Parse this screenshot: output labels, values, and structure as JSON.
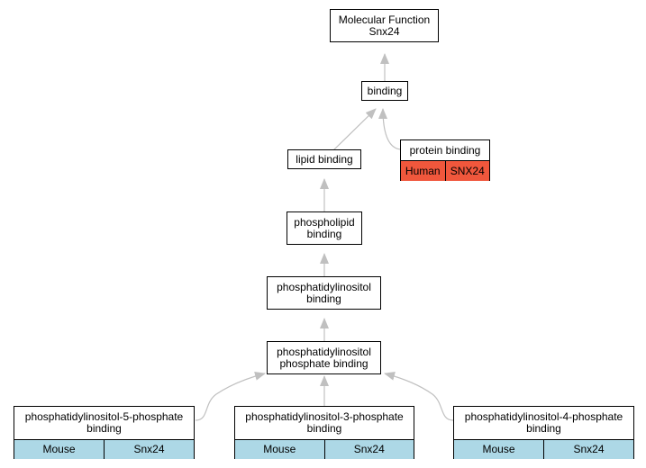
{
  "nodes": {
    "root": "Molecular Function\nSnx24",
    "binding": "binding",
    "lipid_binding": "lipid binding",
    "protein_binding": {
      "label": "protein binding",
      "species": "Human",
      "gene": "SNX24",
      "color": "#f0573c"
    },
    "phospholipid_binding": "phospholipid\nbinding",
    "ptdins_binding": "phosphatidylinositol\nbinding",
    "ptdins_phosphate_binding": "phosphatidylinositol\nphosphate binding",
    "ptdins5p_binding": {
      "label": "phosphatidylinositol-5-phosphate\nbinding",
      "species": "Mouse",
      "gene": "Snx24",
      "color": "#add8e6"
    },
    "ptdins3p_binding": {
      "label": "phosphatidylinositol-3-phosphate\nbinding",
      "species": "Mouse",
      "gene": "Snx24",
      "color": "#add8e6"
    },
    "ptdins4p_binding": {
      "label": "phosphatidylinositol-4-phosphate\nbinding",
      "species": "Mouse",
      "gene": "Snx24",
      "color": "#add8e6"
    }
  },
  "edges": [
    {
      "from": "binding",
      "to": "root"
    },
    {
      "from": "lipid_binding",
      "to": "binding"
    },
    {
      "from": "protein_binding",
      "to": "binding"
    },
    {
      "from": "phospholipid_binding",
      "to": "lipid_binding"
    },
    {
      "from": "ptdins_binding",
      "to": "phospholipid_binding"
    },
    {
      "from": "ptdins_phosphate_binding",
      "to": "ptdins_binding"
    },
    {
      "from": "ptdins5p_binding",
      "to": "ptdins_phosphate_binding"
    },
    {
      "from": "ptdins3p_binding",
      "to": "ptdins_phosphate_binding"
    },
    {
      "from": "ptdins4p_binding",
      "to": "ptdins_phosphate_binding"
    }
  ],
  "colors": {
    "edge": "#c0c0c0",
    "human": "#f0573c",
    "mouse": "#add8e6"
  }
}
